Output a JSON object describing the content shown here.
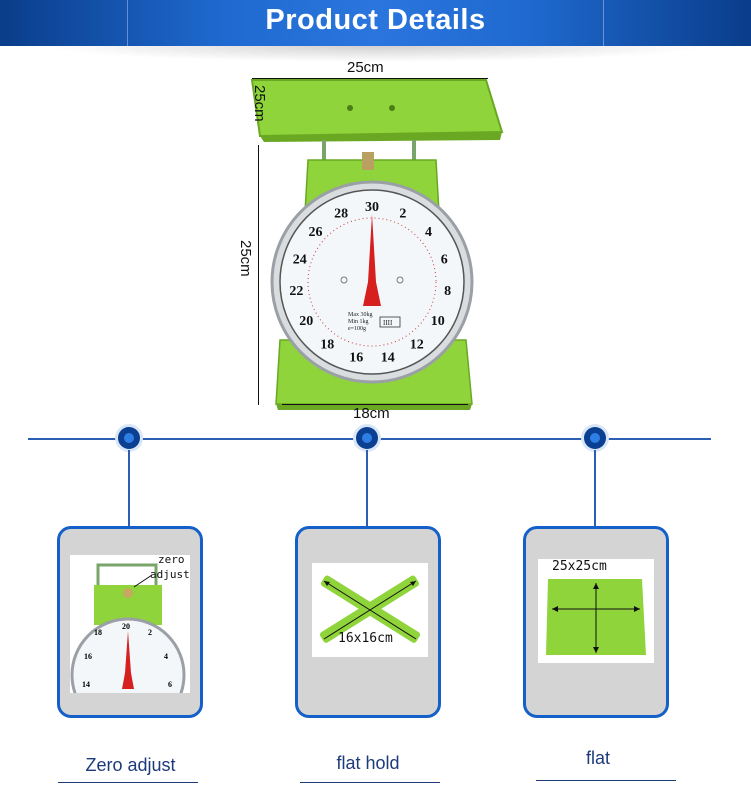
{
  "banner": {
    "title": "Product Details"
  },
  "dimensions": {
    "platform_width": "25cm",
    "platform_depth": "25cm",
    "height": "25cm",
    "base_width": "18cm"
  },
  "dial": {
    "major_numbers": [
      "30",
      "2",
      "4",
      "6",
      "8",
      "10",
      "12",
      "14",
      "16",
      "18",
      "20",
      "22",
      "24",
      "26",
      "28"
    ],
    "label_lines": [
      "Max 30kg",
      "Min 1kg",
      "e=100g"
    ],
    "badge": "IIII"
  },
  "features": [
    {
      "caption": "Zero adjust",
      "annotation_line1": "zero",
      "annotation_line2": "adjust"
    },
    {
      "caption": "flat hold",
      "annotation": "16x16cm"
    },
    {
      "caption": "flat",
      "annotation": "25x25cm"
    }
  ],
  "colors": {
    "banner": "#1f6ad0",
    "scale_green": "#8fd43a",
    "needle": "#d62020",
    "accent": "#1560c8"
  }
}
